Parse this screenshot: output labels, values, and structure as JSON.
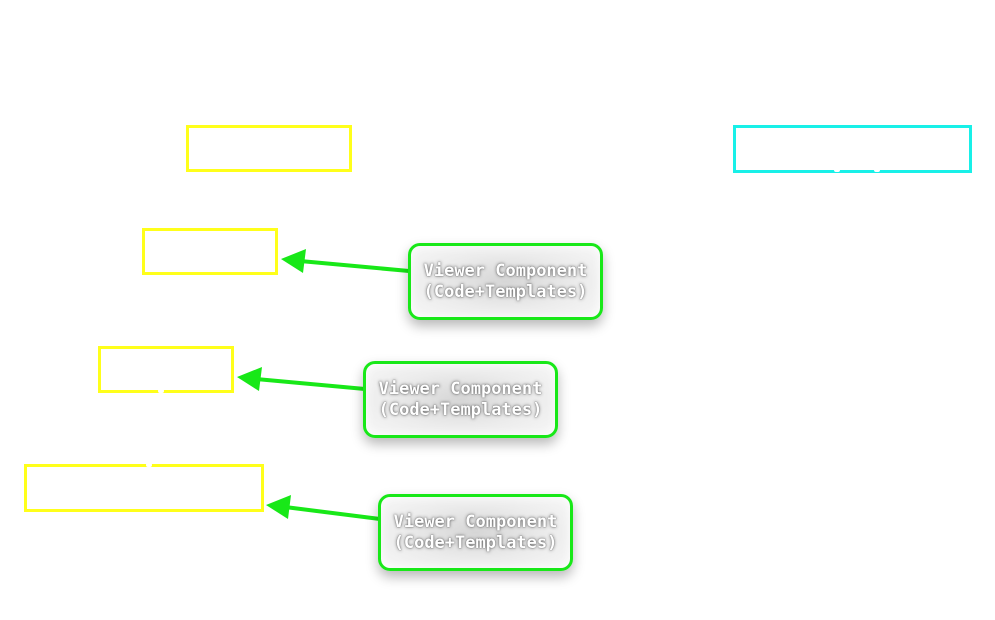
{
  "colors": {
    "background": "#ffffff",
    "yellow_box": "#ffff1a",
    "cyan_box": "#18f0e8",
    "component_border": "#18e818",
    "arrow": "#18e818",
    "component_text": "#ffffff"
  },
  "components": [
    {
      "line1": "Viewer Component",
      "line2": "(Code+Templates)"
    },
    {
      "line1": "Viewer Component",
      "line2": "(Code+Templates)"
    },
    {
      "line1": "Viewer Component",
      "line2": "(Code+Templates)"
    }
  ]
}
